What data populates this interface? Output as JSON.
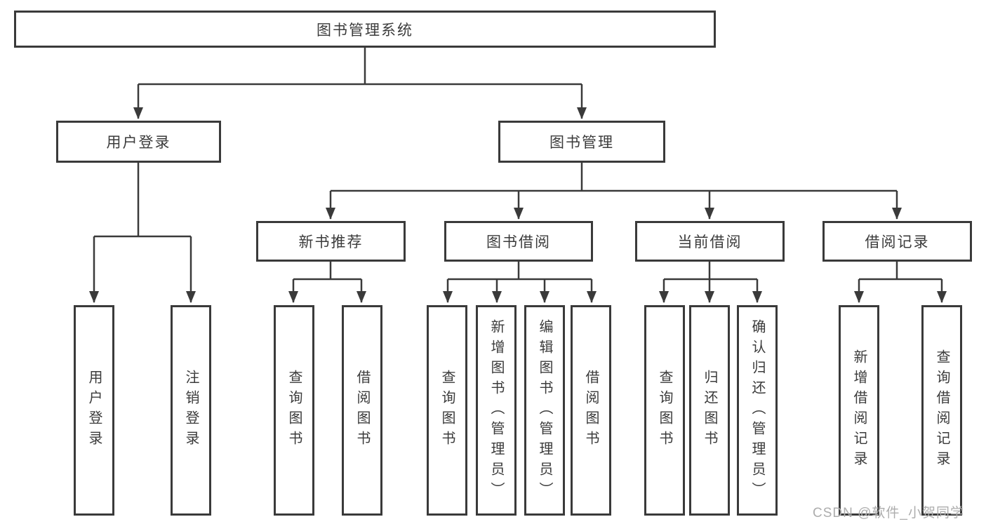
{
  "diagram": {
    "root": {
      "label": "图书管理系统"
    },
    "level2": [
      {
        "label": "用户登录"
      },
      {
        "label": "图书管理"
      }
    ],
    "level3": [
      {
        "label": "新书推荐"
      },
      {
        "label": "图书借阅"
      },
      {
        "label": "当前借阅"
      },
      {
        "label": "借阅记录"
      }
    ],
    "leaves": {
      "user_login": [
        "用户登录",
        "注销登录"
      ],
      "new_book_rec": [
        "查询图书",
        "借阅图书"
      ],
      "book_borrow": [
        "查询图书",
        "新增图书（管理员）",
        "编辑图书（管理员）",
        "借阅图书"
      ],
      "current_borrow": [
        "查询图书",
        "归还图书",
        "确认归还（管理员）"
      ],
      "borrow_records": [
        "新增借阅记录",
        "查询借阅记录"
      ]
    }
  },
  "watermark": "CSDN @软件_小贺同学",
  "colors": {
    "line": "#3a3a3a",
    "box_fill": "#ffffff",
    "text": "#3b3b3b",
    "watermark": "#adadad"
  }
}
